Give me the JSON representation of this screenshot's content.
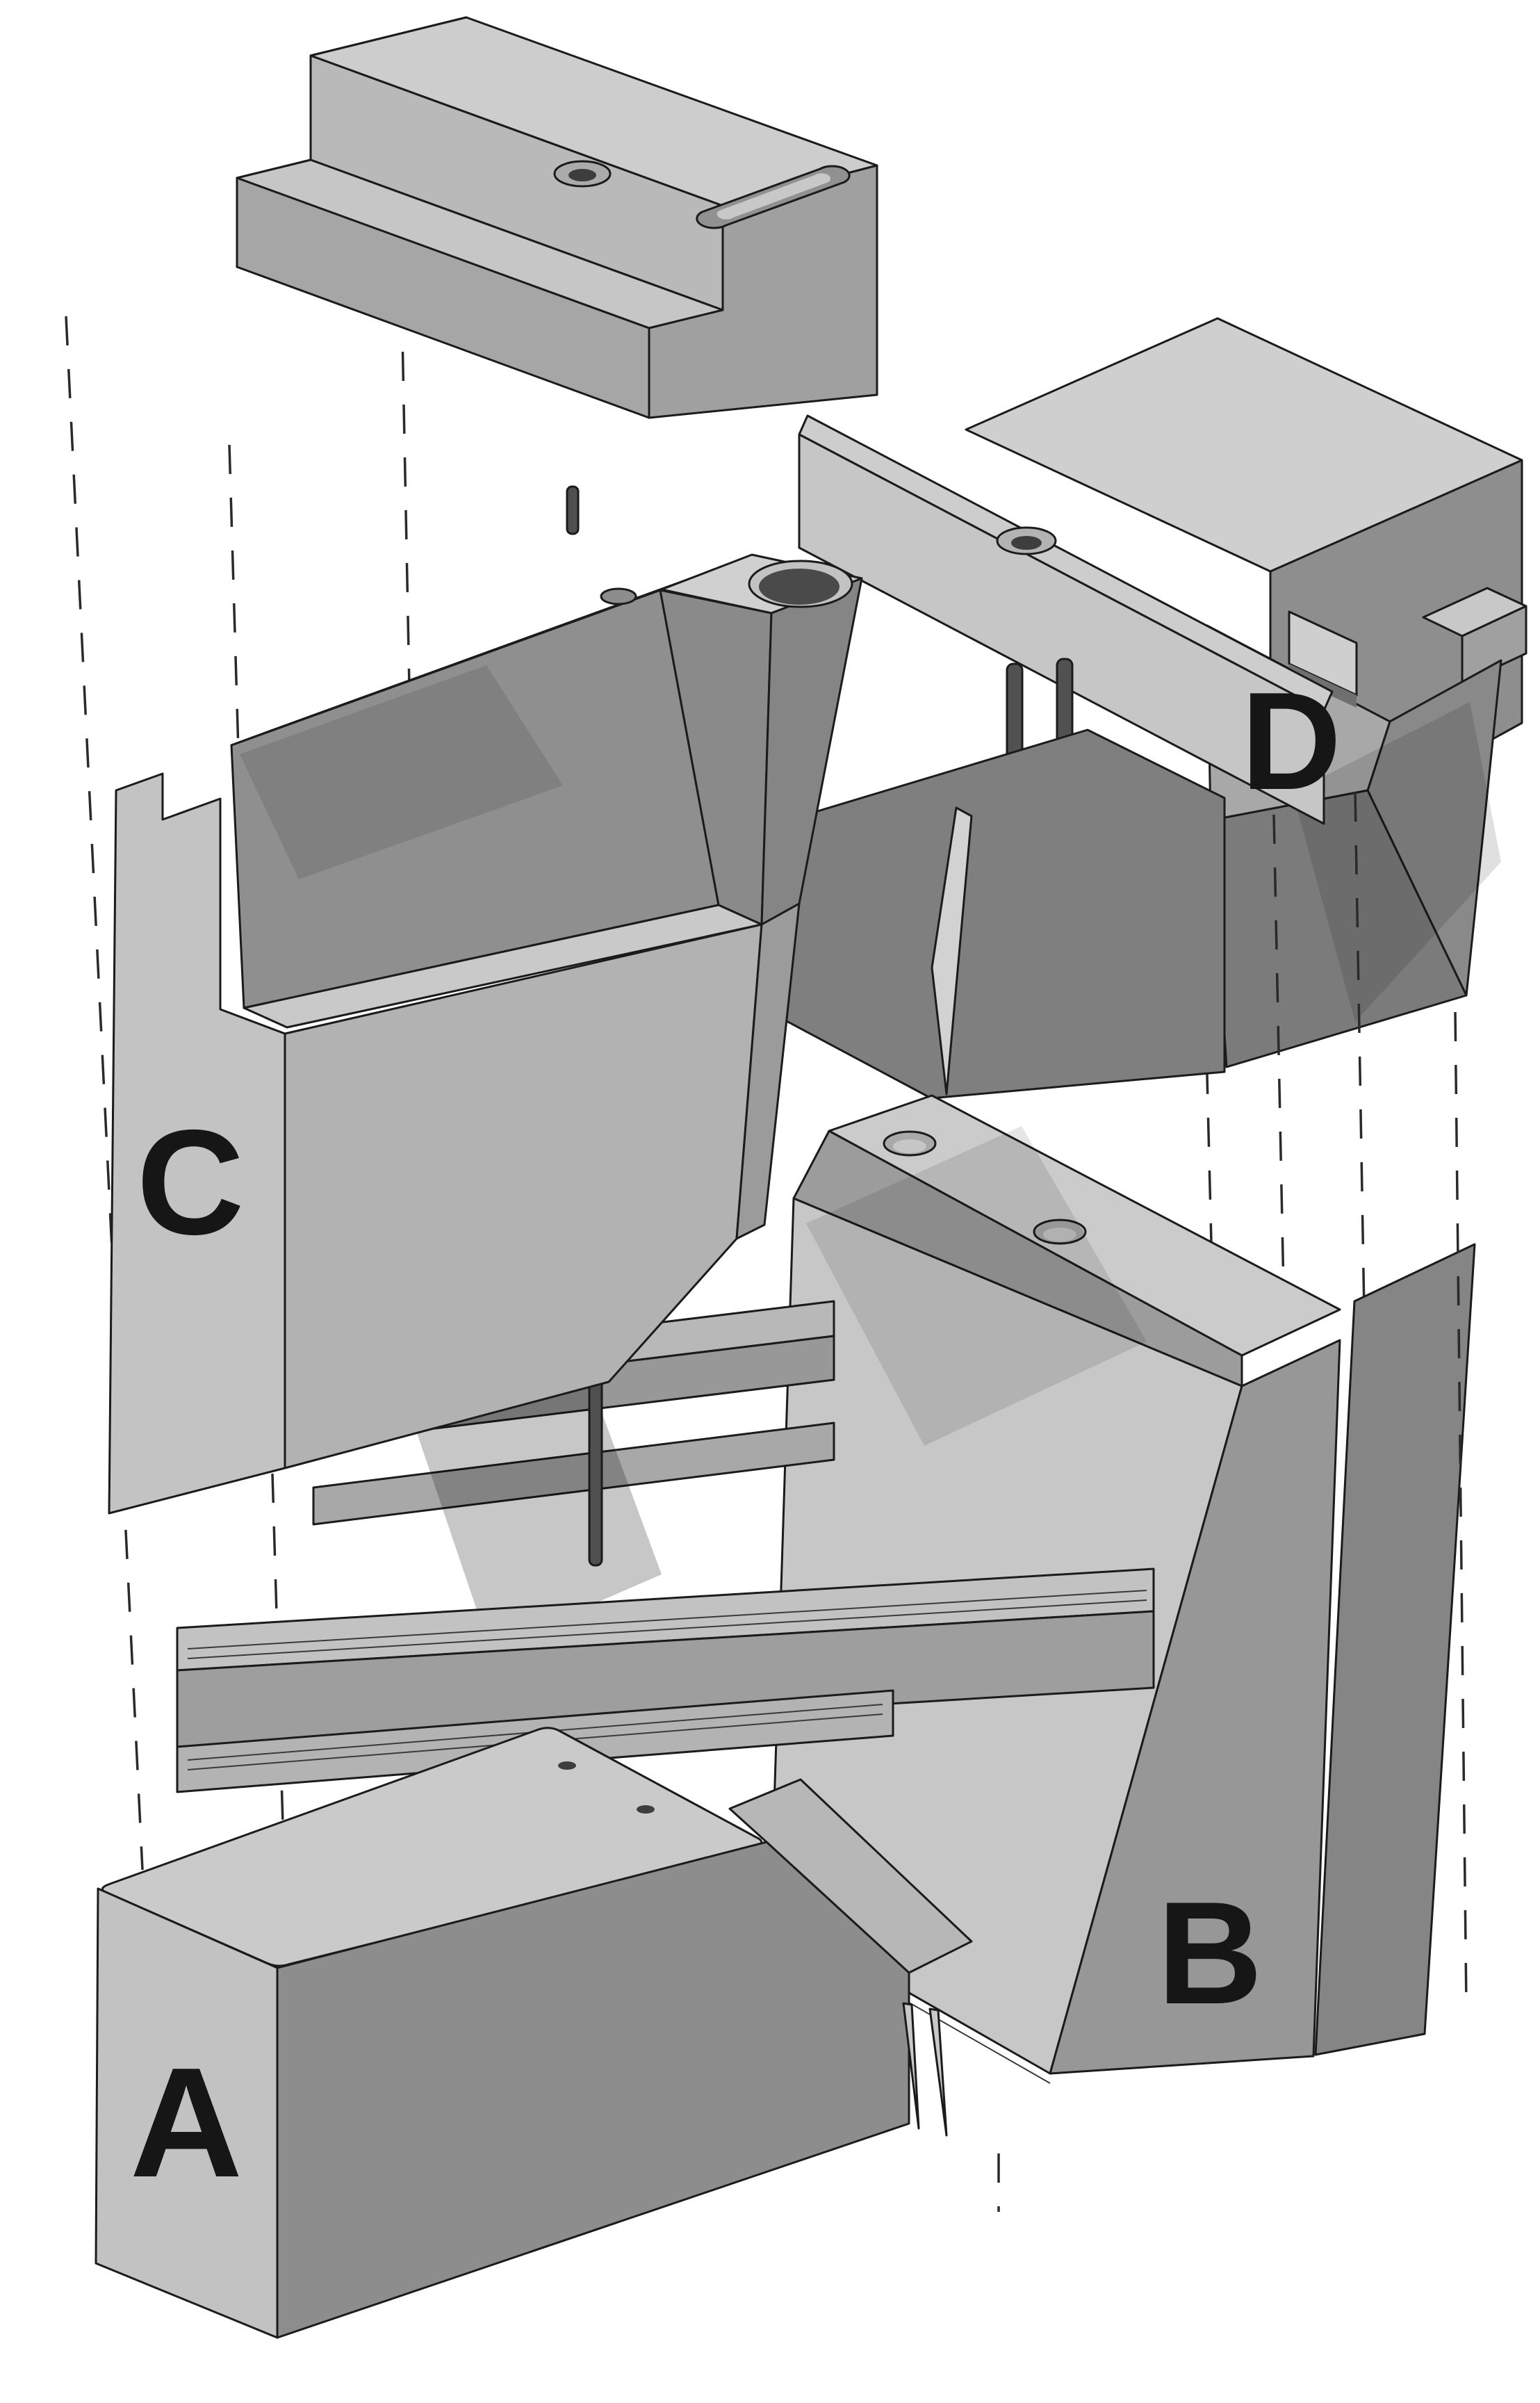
{
  "figure": {
    "type": "exploded-assembly-diagram",
    "view": "isometric",
    "parts": [
      {
        "id": "block-a",
        "label": "A"
      },
      {
        "id": "block-b",
        "label": "B"
      },
      {
        "id": "block-c",
        "label": "C"
      },
      {
        "id": "block-d",
        "label": "D"
      }
    ],
    "unlabeled_parts": [
      "top-bar",
      "d-plate",
      "rail-bar"
    ],
    "features": {
      "countersunk_holes": 2,
      "counterbore_holes": 1,
      "small_holes": 5,
      "dowel_pins": 5,
      "dashed_guide_lines": 9
    },
    "colors": {
      "background": "#ffffff",
      "top_face": "#cdcdcd",
      "light_face": "#c3c3c3",
      "medium_face": "#9a9a9a",
      "dark_face": "#7d7d7d",
      "outline": "#1b1b1b",
      "dashed_line": "#2a2a2a",
      "pin": "#4f4f4f",
      "label_text": "#161616"
    },
    "style": {
      "dash_pattern": "42 34",
      "outline_width": 3
    }
  }
}
